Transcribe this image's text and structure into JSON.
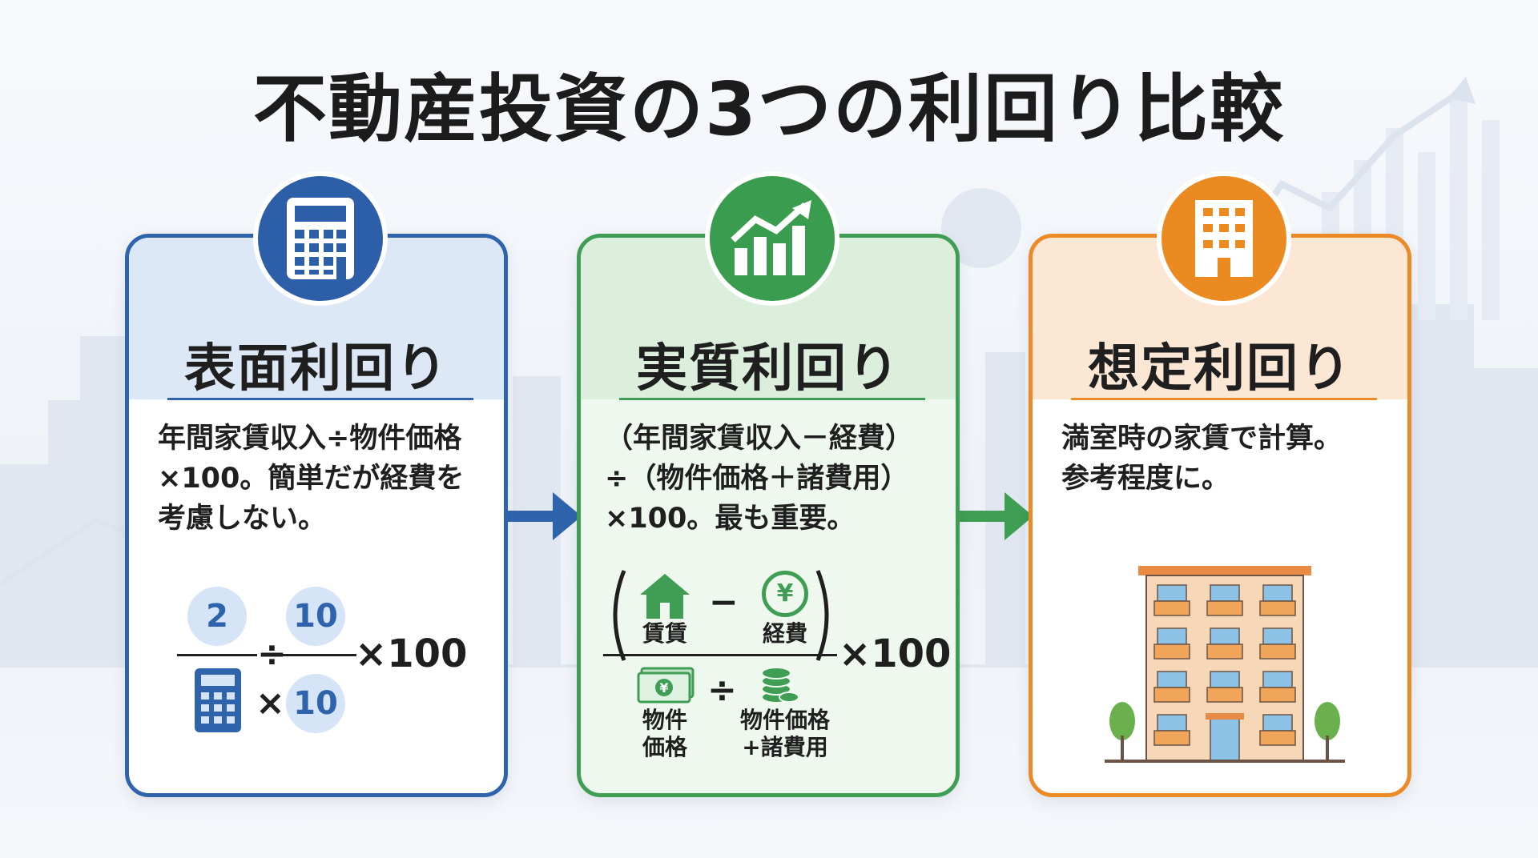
{
  "title": "不動産投資の3つの利回り比較",
  "cards": [
    {
      "title": "表面利回り",
      "description": "年間家賃収入÷物件価格\n×100。簡単だが経費を\n考慮しない。",
      "icon": "calculator-icon",
      "accent": "#2f64ad",
      "formula": {
        "numerator_a": "2",
        "numerator_b": "10",
        "denominator_b": "10",
        "divide": "÷",
        "times": "×",
        "times100": "×100"
      }
    },
    {
      "title": "実質利回り",
      "description": "（年間家賃収入－経費）\n÷（物件価格＋諸費用）\n×100。最も重要。",
      "icon": "growth-chart-icon",
      "accent": "#3f9e54",
      "formula": {
        "rent_label": "賃賃",
        "expense_label": "経費",
        "minus": "−",
        "divide": "÷",
        "price_label": "物件\n価格",
        "price_plus_label": "物件価格\n+諸費用",
        "times100": "×100",
        "yen": "¥"
      }
    },
    {
      "title": "想定利回り",
      "description": "満室時の家賃で計算。\n参考程度に。",
      "icon": "building-icon",
      "accent": "#eb8a26"
    }
  ]
}
